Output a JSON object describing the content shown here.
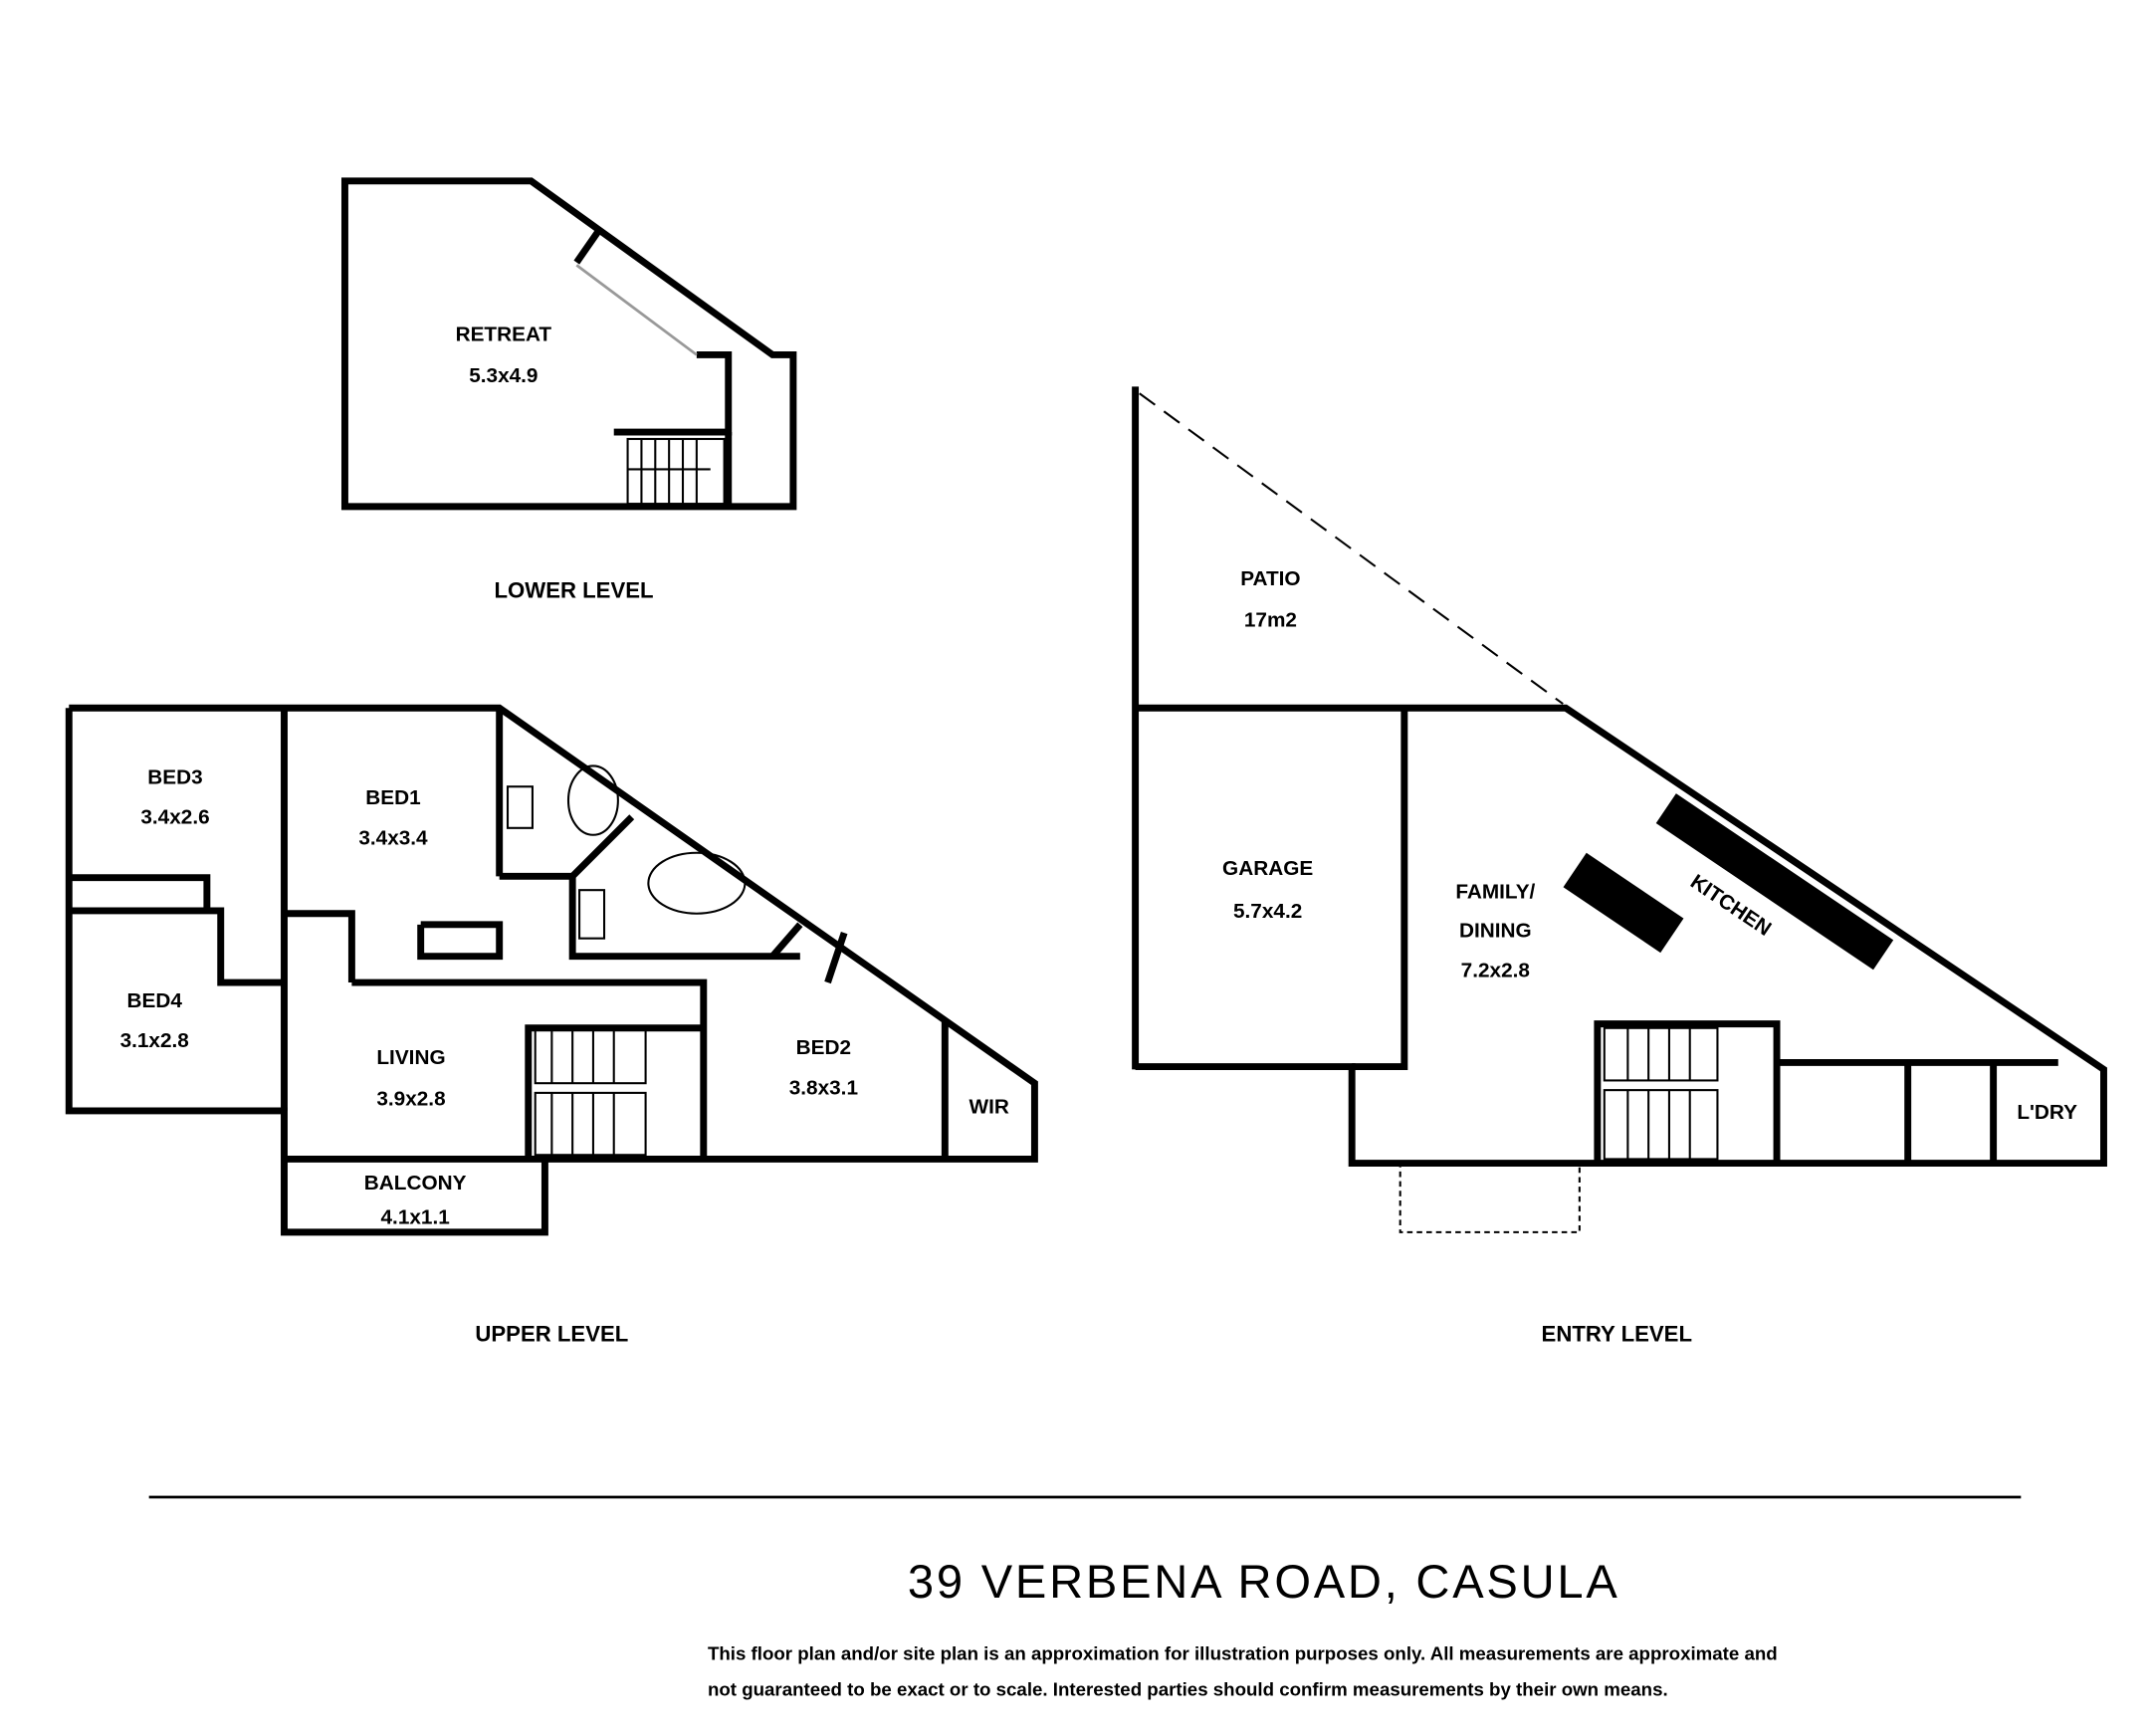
{
  "lower_level": {
    "title": "LOWER LEVEL",
    "rooms": [
      {
        "name": "RETREAT",
        "size": "5.3x4.9"
      }
    ]
  },
  "upper_level": {
    "title": "UPPER LEVEL",
    "rooms": [
      {
        "name": "BED3",
        "size": "3.4x2.6"
      },
      {
        "name": "BED1",
        "size": "3.4x3.4"
      },
      {
        "name": "BED4",
        "size": "3.1x2.8"
      },
      {
        "name": "LIVING",
        "size": "3.9x2.8"
      },
      {
        "name": "BED2",
        "size": "3.8x3.1"
      },
      {
        "name": "WIR",
        "size": ""
      },
      {
        "name": "BALCONY",
        "size": "4.1x1.1"
      }
    ]
  },
  "entry_level": {
    "title": "ENTRY LEVEL",
    "rooms": [
      {
        "name": "PATIO",
        "size": "17m2"
      },
      {
        "name": "GARAGE",
        "size": "5.7x4.2"
      },
      {
        "name": "FAMILY/",
        "name2": "DINING",
        "size": "7.2x2.8"
      },
      {
        "name": "KITCHEN",
        "size": ""
      },
      {
        "name": "L'DRY",
        "size": ""
      }
    ]
  },
  "footer": {
    "address": "39 VERBENA ROAD, CASULA",
    "disclaimer_line1": "This floor plan and/or site plan is an approximation for illustration purposes only. All measurements are approximate and",
    "disclaimer_line2": "not guaranteed to be exact or to scale. Interested parties should confirm measurements by their own means."
  }
}
